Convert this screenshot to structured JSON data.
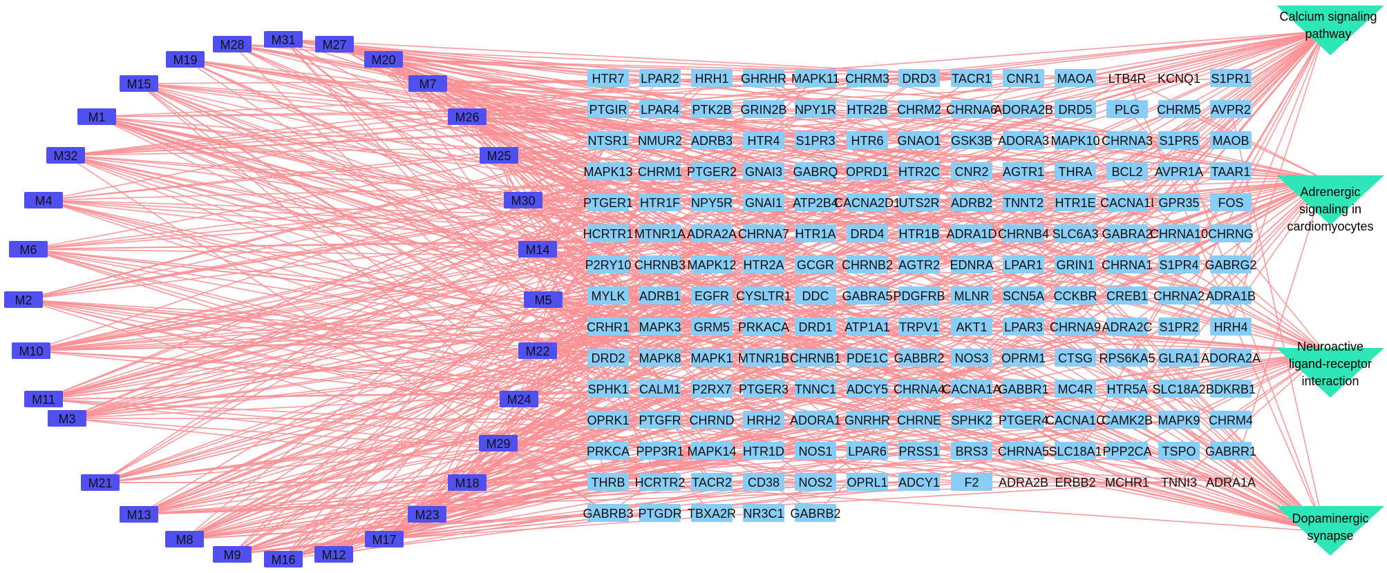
{
  "colors": {
    "edge": "#f98f93",
    "compound": "#5050f0",
    "target": "#87cdf5",
    "pathway": "#2fe6b7",
    "compound_text": "#ffffff",
    "target_text": "#111111"
  },
  "compounds": [
    "M1",
    "M2",
    "M3",
    "M4",
    "M5",
    "M6",
    "M7",
    "M8",
    "M9",
    "M10",
    "M11",
    "M12",
    "M13",
    "M14",
    "M15",
    "M16",
    "M17",
    "M18",
    "M19",
    "M20",
    "M21",
    "M22",
    "M23",
    "M24",
    "M25",
    "M26",
    "M27",
    "M28",
    "M29",
    "M30",
    "M31",
    "M32"
  ],
  "target_rows": [
    [
      "HTR7",
      "LPAR2",
      "HRH1",
      "GHRHR",
      "MAPK11",
      "CHRM3",
      "DRD3",
      "TACR1",
      "CNR1",
      "MAOA",
      "LTB4R",
      "KCNQ1",
      "S1PR1"
    ],
    [
      "PTGIR",
      "LPAR4",
      "PTK2B",
      "GRIN2B",
      "NPY1R",
      "HTR2B",
      "CHRM2",
      "CHRNA6",
      "ADORA2B",
      "DRD5",
      "PLG",
      "CHRM5",
      "AVPR2"
    ],
    [
      "NTSR1",
      "NMUR2",
      "ADRB3",
      "HTR4",
      "S1PR3",
      "HTR6",
      "GNAO1",
      "GSK3B",
      "ADORA3",
      "MAPK10",
      "CHRNA3",
      "S1PR5",
      "MAOB"
    ],
    [
      "MAPK13",
      "CHRM1",
      "PTGER2",
      "GNAI3",
      "GABRQ",
      "OPRD1",
      "HTR2C",
      "CNR2",
      "AGTR1",
      "THRA",
      "BCL2",
      "AVPR1A",
      "TAAR1"
    ],
    [
      "PTGER1",
      "HTR1F",
      "NPY5R",
      "GNAI1",
      "ATP2B4",
      "CACNA2D1",
      "UTS2R",
      "ADRB2",
      "TNNT2",
      "HTR1E",
      "CACNA1I",
      "GPR35",
      "FOS"
    ],
    [
      "HCRTR1",
      "MTNR1A",
      "ADRA2A",
      "CHRNA7",
      "HTR1A",
      "DRD4",
      "HTR1B",
      "ADRA1D",
      "CHRNB4",
      "SLC6A3",
      "GABRA2",
      "CHRNA10",
      "CHRNG"
    ],
    [
      "P2RY10",
      "CHRNB3",
      "MAPK12",
      "HTR2A",
      "GCGR",
      "CHRNB2",
      "AGTR2",
      "EDNRA",
      "LPAR1",
      "GRIN1",
      "CHRNA1",
      "S1PR4",
      "GABRG2"
    ],
    [
      "MYLK",
      "ADRB1",
      "EGFR",
      "CYSLTR1",
      "DDC",
      "GABRA5",
      "PDGFRB",
      "MLNR",
      "SCN5A",
      "CCKBR",
      "CREB1",
      "CHRNA2",
      "ADRA1B"
    ],
    [
      "CRHR1",
      "MAPK3",
      "GRM5",
      "PRKACA",
      "DRD1",
      "ATP1A1",
      "TRPV1",
      "AKT1",
      "LPAR3",
      "CHRNA9",
      "ADRA2C",
      "S1PR2",
      "HRH4"
    ],
    [
      "DRD2",
      "MAPK8",
      "MAPK1",
      "MTNR1B",
      "CHRNB1",
      "PDE1C",
      "GABBR2",
      "NOS3",
      "OPRM1",
      "CTSG",
      "RPS6KA5",
      "GLRA1",
      "ADORA2A"
    ],
    [
      "SPHK1",
      "CALM1",
      "P2RX7",
      "PTGER3",
      "TNNC1",
      "ADCY5",
      "CHRNA4",
      "CACNA1A",
      "GABBR1",
      "MC4R",
      "HTR5A",
      "SLC18A2",
      "BDKRB1"
    ],
    [
      "OPRK1",
      "PTGFR",
      "CHRND",
      "HRH2",
      "ADORA1",
      "GNRHR",
      "CHRNE",
      "SPHK2",
      "PTGER4",
      "CACNA1C",
      "CAMK2B",
      "MAPK9",
      "CHRM4"
    ],
    [
      "PRKCA",
      "PPP3R1",
      "MAPK14",
      "HTR1D",
      "NOS1",
      "LPAR6",
      "PRSS1",
      "BRS3",
      "CHRNA5",
      "SLC18A1",
      "PPP2CA",
      "TSPO",
      "GABRR1"
    ],
    [
      "THRB",
      "HCRTR2",
      "TACR2",
      "CD38",
      "NOS2",
      "OPRL1",
      "ADCY1",
      "F2",
      "ADRA2B",
      "ERBB2",
      "MCHR1",
      "TNNI3",
      "ADRA1A"
    ],
    [
      "GABRB3",
      "PTGDR",
      "TBXA2R",
      "NR3C1",
      "GABRB2"
    ]
  ],
  "unfilled_targets": [
    "LTB4R",
    "KCNQ1",
    "ADRA2B",
    "ERBB2",
    "MCHR1",
    "TNNI3",
    "ADRA1A"
  ],
  "pathways": [
    {
      "id": "calcium",
      "lines": [
        "Calcium signaling",
        "pathway"
      ]
    },
    {
      "id": "adrenergic",
      "lines": [
        "Adrenergic",
        "signaling in",
        "cardiomyocytes"
      ]
    },
    {
      "id": "neuroactive",
      "lines": [
        "Neuroactive",
        "ligand-receptor",
        "interaction"
      ]
    },
    {
      "id": "dopaminergic",
      "lines": [
        "Dopaminergic",
        "synapse"
      ]
    }
  ]
}
